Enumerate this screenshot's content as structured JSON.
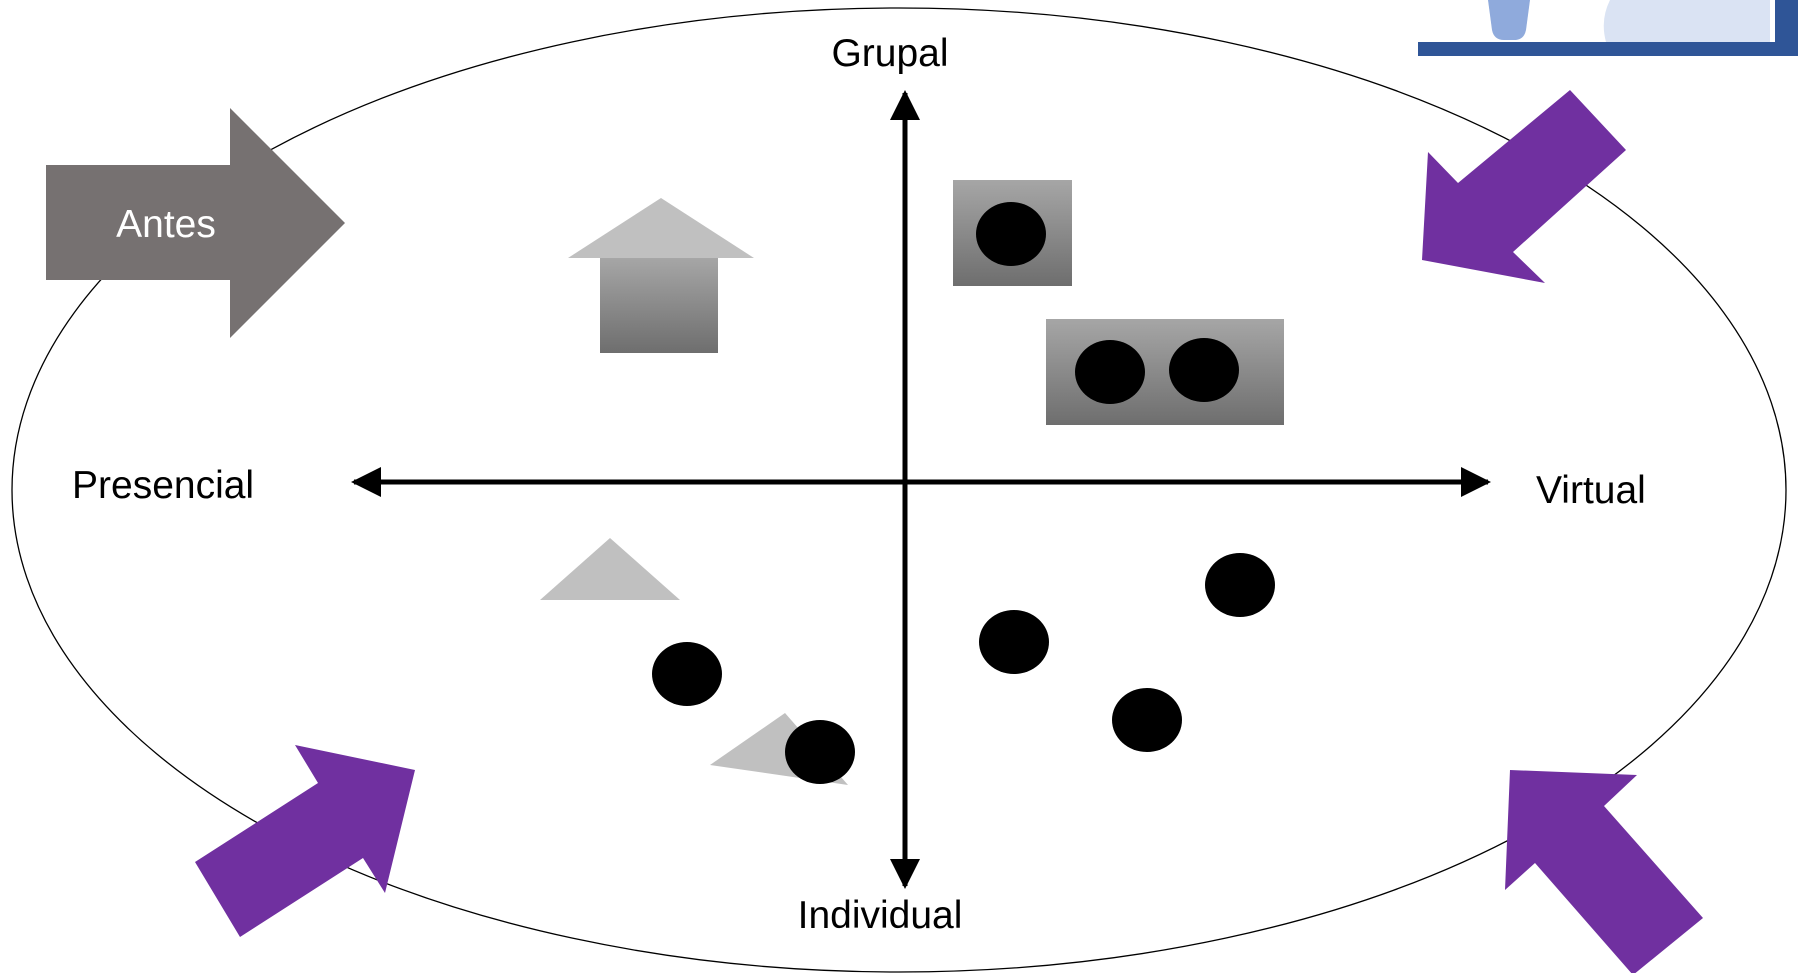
{
  "diagram": {
    "axes": {
      "top_label": "Grupal",
      "bottom_label": "Individual",
      "left_label": "Presencial",
      "right_label": "Virtual"
    },
    "start_arrow_label": "Antes",
    "colors": {
      "purple_arrow": "#7030a0",
      "gray_arrow": "#767171",
      "ellipse_stroke": "#000000",
      "axis": "#000000",
      "shape_gray_light": "#c0c0c0",
      "dot": "#000000",
      "corner_image_blue": "#2f5597"
    },
    "icons": [
      "house-icon",
      "single-person-screen-icon",
      "two-person-screen-icon",
      "triangle-icon",
      "tilted-triangle-icon",
      "dot-icon",
      "purple-arrow-icon",
      "gray-arrow-icon"
    ]
  }
}
